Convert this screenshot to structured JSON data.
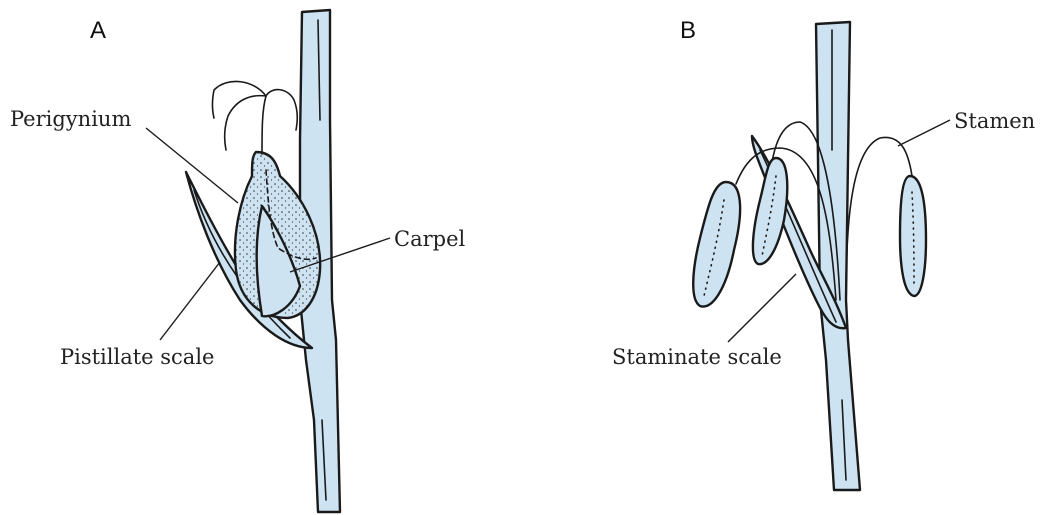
{
  "panels": {
    "a": {
      "letter": "A",
      "labels": {
        "perigynium": "Perigynium",
        "carpel": "Carpel",
        "pistillate_scale": "Pistillate scale"
      }
    },
    "b": {
      "letter": "B",
      "labels": {
        "stamen": "Stamen",
        "staminate_scale": "Staminate scale"
      }
    }
  },
  "colors": {
    "fill": "#cde3f2",
    "ink": "#1a1a1a",
    "background": "#ffffff"
  }
}
